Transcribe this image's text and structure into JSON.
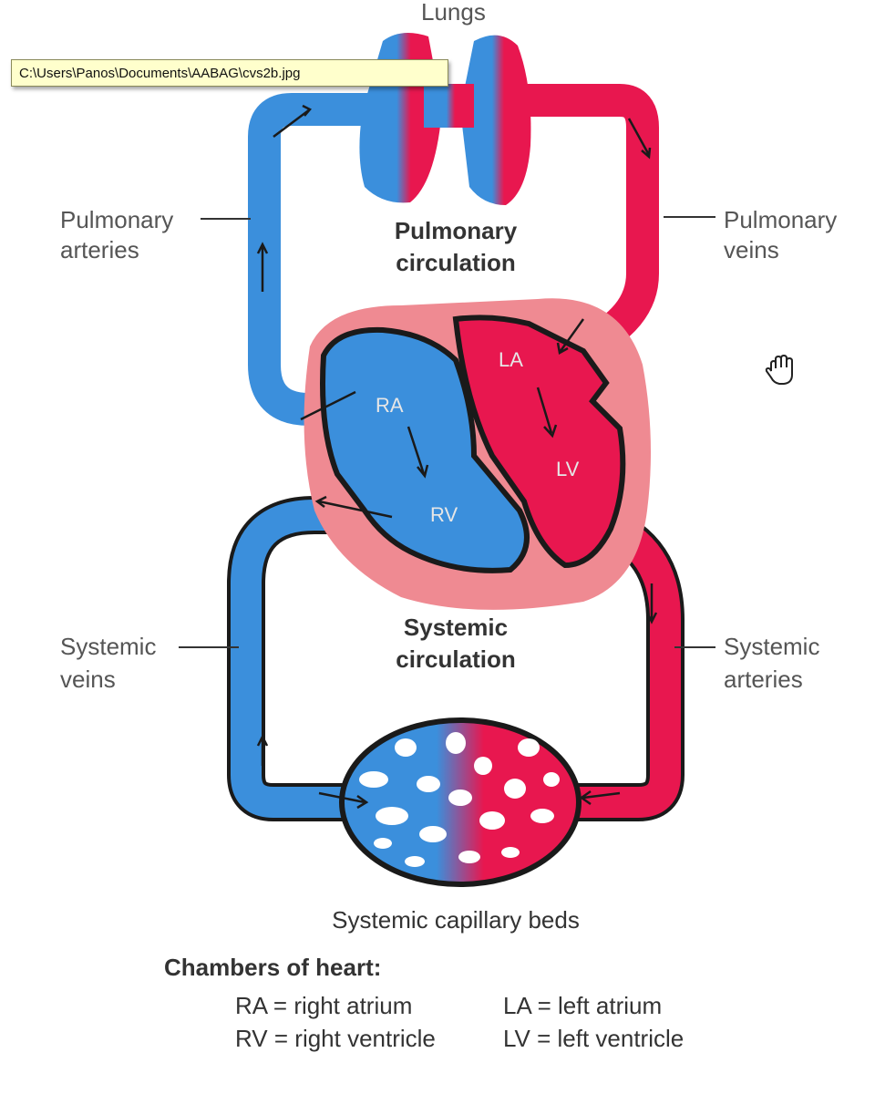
{
  "tooltip": {
    "path": "C:\\Users\\Panos\\Documents\\AABAG\\cvs2b.jpg"
  },
  "diagram": {
    "lungs_label": "Lungs",
    "pulmonary_circulation": [
      "Pulmonary",
      "circulation"
    ],
    "systemic_circulation": [
      "Systemic",
      "circulation"
    ],
    "pulmonary_arteries": [
      "Pulmonary",
      "arteries"
    ],
    "pulmonary_veins": [
      "Pulmonary",
      "veins"
    ],
    "systemic_veins": [
      "Systemic",
      "veins"
    ],
    "systemic_arteries": [
      "Systemic",
      "arteries"
    ],
    "capillary_beds": "Systemic capillary beds",
    "chambers": {
      "ra": "RA",
      "rv": "RV",
      "la": "LA",
      "lv": "LV"
    }
  },
  "legend": {
    "title": "Chambers of heart:",
    "items": [
      "RA = right atrium",
      "LA = left atrium",
      "RV = right ventricle",
      "LV = left ventricle"
    ]
  },
  "colors": {
    "deoxygenated": "#3b8fdc",
    "oxygenated": "#e8174f",
    "pericardium": "#ef8a92",
    "outline": "#1a1a1a"
  },
  "cursor": {
    "icon": "hand-cursor-icon"
  }
}
